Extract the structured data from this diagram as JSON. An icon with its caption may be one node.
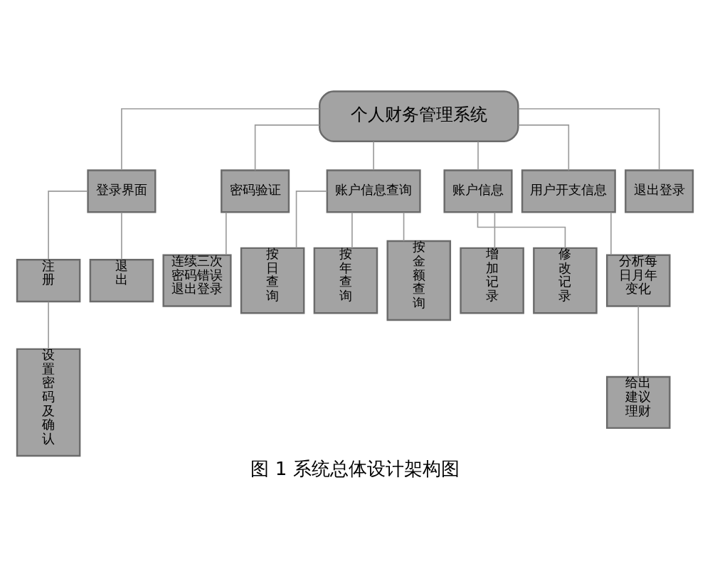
{
  "diagram": {
    "caption": "图 1 系统总体设计架构图",
    "nodes": [
      {
        "text": [
          "个人财务管理系统"
        ]
      },
      {
        "text": [
          "登录界面"
        ]
      },
      {
        "text": [
          "密码验证"
        ]
      },
      {
        "text": [
          "账户信息查询"
        ]
      },
      {
        "text": [
          "账户信息"
        ]
      },
      {
        "text": [
          "用户开支信息"
        ]
      },
      {
        "text": [
          "退出登录"
        ]
      },
      {
        "text": [
          "注册"
        ]
      },
      {
        "text": [
          "退出"
        ]
      },
      {
        "text": [
          "连续三次密码错误退出登录"
        ]
      },
      {
        "text": [
          "按日查询"
        ]
      },
      {
        "text": [
          "按年查询"
        ]
      },
      {
        "text": [
          "按金额查询"
        ]
      },
      {
        "text": [
          "增加记录"
        ]
      },
      {
        "text": [
          "修改记录"
        ]
      },
      {
        "text": [
          "分析每日月年变化"
        ]
      },
      {
        "text": [
          "设置密码及确认"
        ]
      },
      {
        "text": [
          "给出建议理财"
        ]
      }
    ],
    "edges": [
      {
        "from": 0,
        "to": 1,
        "arrow": "none"
      },
      {
        "from": 0,
        "to": 2,
        "arrow": "none"
      },
      {
        "from": 0,
        "to": 3,
        "arrow": "none"
      },
      {
        "from": 0,
        "to": 4,
        "arrow": "none"
      },
      {
        "from": 0,
        "to": 5,
        "arrow": "none"
      },
      {
        "from": 0,
        "to": 6,
        "arrow": "none"
      },
      {
        "from": 1,
        "to": 7,
        "arrow": "none"
      },
      {
        "from": 1,
        "to": 8,
        "arrow": "none"
      },
      {
        "from": 2,
        "to": 9,
        "arrow": "none"
      },
      {
        "from": 3,
        "to": 10,
        "arrow": "none"
      },
      {
        "from": 3,
        "to": 11,
        "arrow": "none"
      },
      {
        "from": 3,
        "to": 12,
        "arrow": "none"
      },
      {
        "from": 4,
        "to": 13,
        "arrow": "none"
      },
      {
        "from": 4,
        "to": 14,
        "arrow": "none"
      },
      {
        "from": 5,
        "to": 15,
        "arrow": "none"
      },
      {
        "from": 7,
        "to": 16,
        "arrow": "none"
      },
      {
        "from": 15,
        "to": 17,
        "arrow": "none"
      }
    ]
  }
}
